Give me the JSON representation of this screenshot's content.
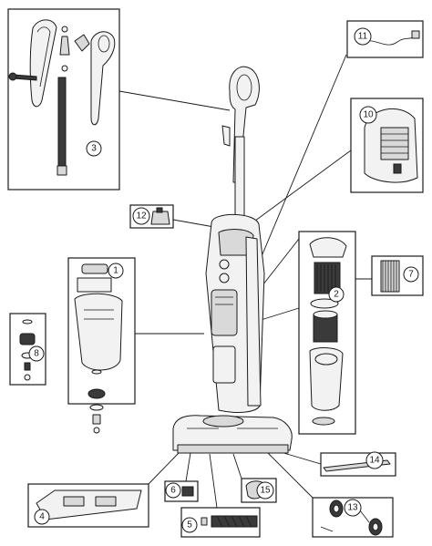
{
  "callouts": [
    {
      "id": "callout-1",
      "label": "1"
    },
    {
      "id": "callout-2",
      "label": "2"
    },
    {
      "id": "callout-3",
      "label": "3"
    },
    {
      "id": "callout-4",
      "label": "4"
    },
    {
      "id": "callout-5",
      "label": "5"
    },
    {
      "id": "callout-6",
      "label": "6"
    },
    {
      "id": "callout-7",
      "label": "7"
    },
    {
      "id": "callout-8",
      "label": "8"
    },
    {
      "id": "callout-10",
      "label": "10"
    },
    {
      "id": "callout-11",
      "label": "11"
    },
    {
      "id": "callout-12",
      "label": "12"
    },
    {
      "id": "callout-13",
      "label": "13"
    },
    {
      "id": "callout-14",
      "label": "14"
    },
    {
      "id": "callout-15",
      "label": "15"
    }
  ]
}
